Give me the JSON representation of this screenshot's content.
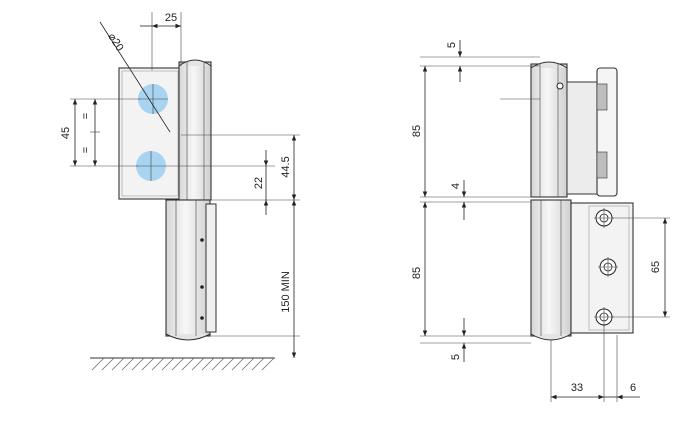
{
  "left_view": {
    "dims": {
      "diameter": "⌀20",
      "top_offset": "25",
      "hole_spacing": "45",
      "equal_top": "=",
      "equal_bottom": "=",
      "to_lower_edge": "22",
      "lower_part": "44.5",
      "min_height": "150 MIN"
    },
    "colors": {
      "hole_fill": "#a9d4f1",
      "hinge_body": "#ededed",
      "line": "#333333"
    }
  },
  "right_view": {
    "dims": {
      "top_gap": "5",
      "upper_height": "85",
      "middle_gap": "4",
      "lower_height": "85",
      "bottom_gap": "5",
      "hole_spacing": "65",
      "offset_33": "33",
      "offset_6": "6"
    }
  }
}
